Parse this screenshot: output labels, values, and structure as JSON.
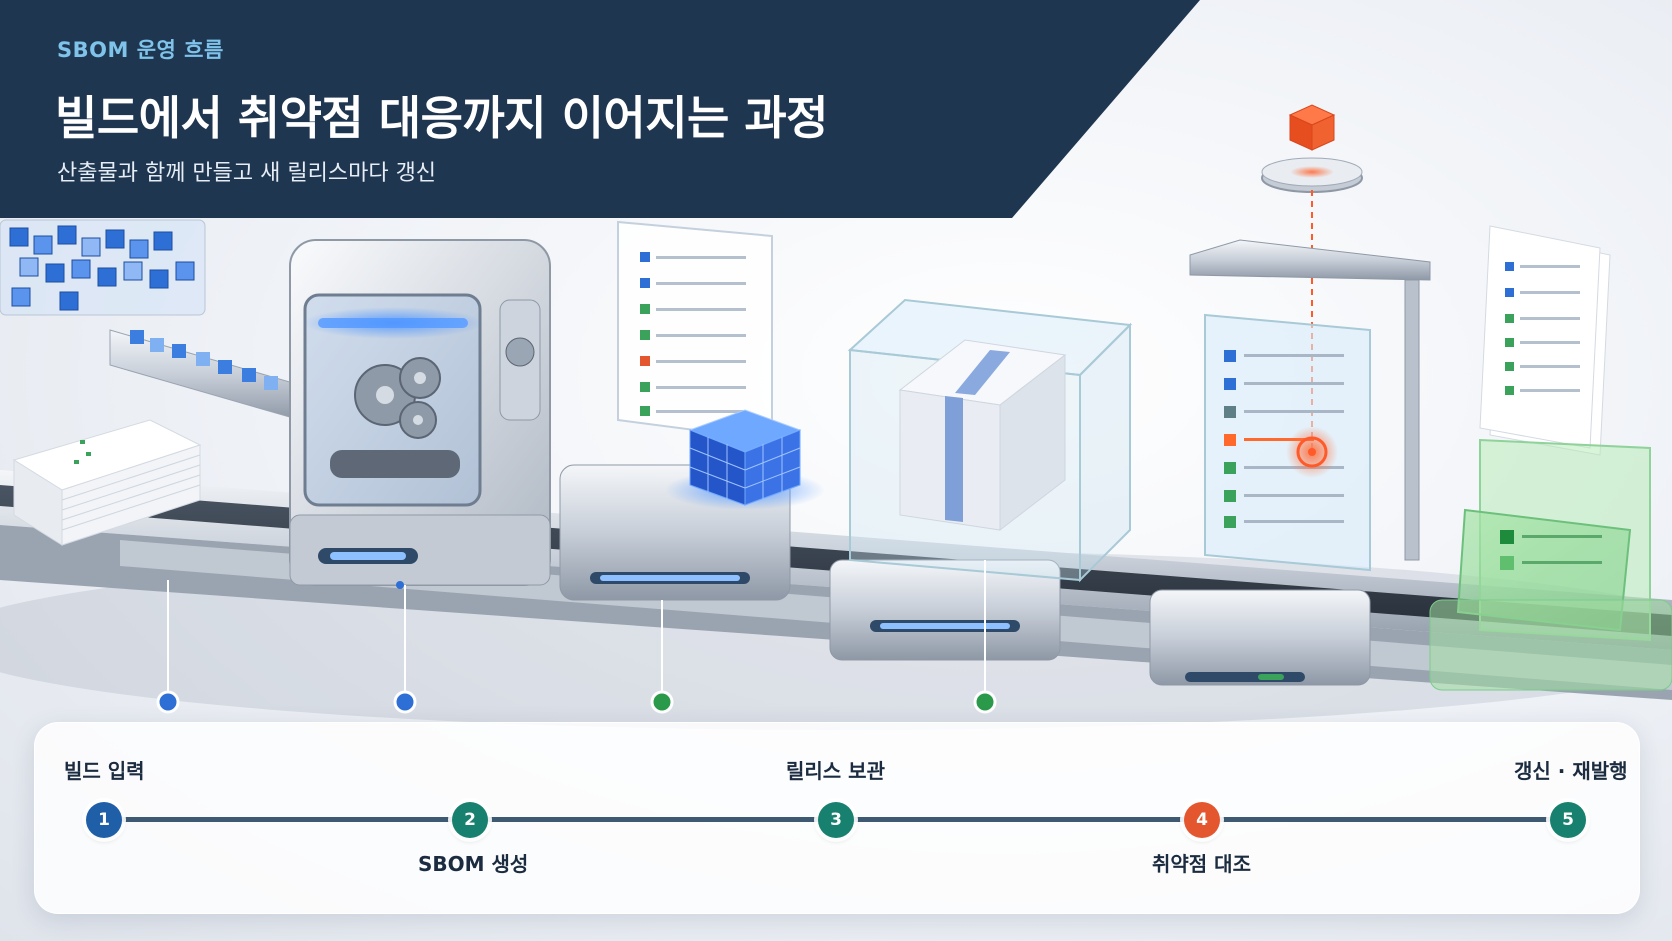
{
  "header": {
    "kicker": "SBOM 운영 흐름",
    "title": "빌드에서 취약점 대응까지 이어지는 과정",
    "subtitle": "산출물과 함께 만들고 새 릴리스마다 갱신"
  },
  "colors": {
    "header_bg": "#1f3651",
    "blue": "#1f5fa8",
    "teal": "#17806e",
    "orange": "#e4572e",
    "green": "#2a9a4a",
    "track": "#3d5a72"
  },
  "steps": [
    {
      "number": "1",
      "label": "빌드 입력",
      "color": "#1f5fa8"
    },
    {
      "number": "2",
      "label": "SBOM 생성",
      "color": "#17806e"
    },
    {
      "number": "3",
      "label": "릴리스 보관",
      "color": "#17806e"
    },
    {
      "number": "4",
      "label": "취약점 대조",
      "color": "#e4572e"
    },
    {
      "number": "5",
      "label": "갱신 · 재발행",
      "color": "#17806e"
    }
  ],
  "icons": [
    "conveyor-belt-icon",
    "gear-machine-icon",
    "document-icon",
    "cube-cluster-icon",
    "package-box-icon",
    "scanner-target-icon",
    "green-document-icon"
  ]
}
